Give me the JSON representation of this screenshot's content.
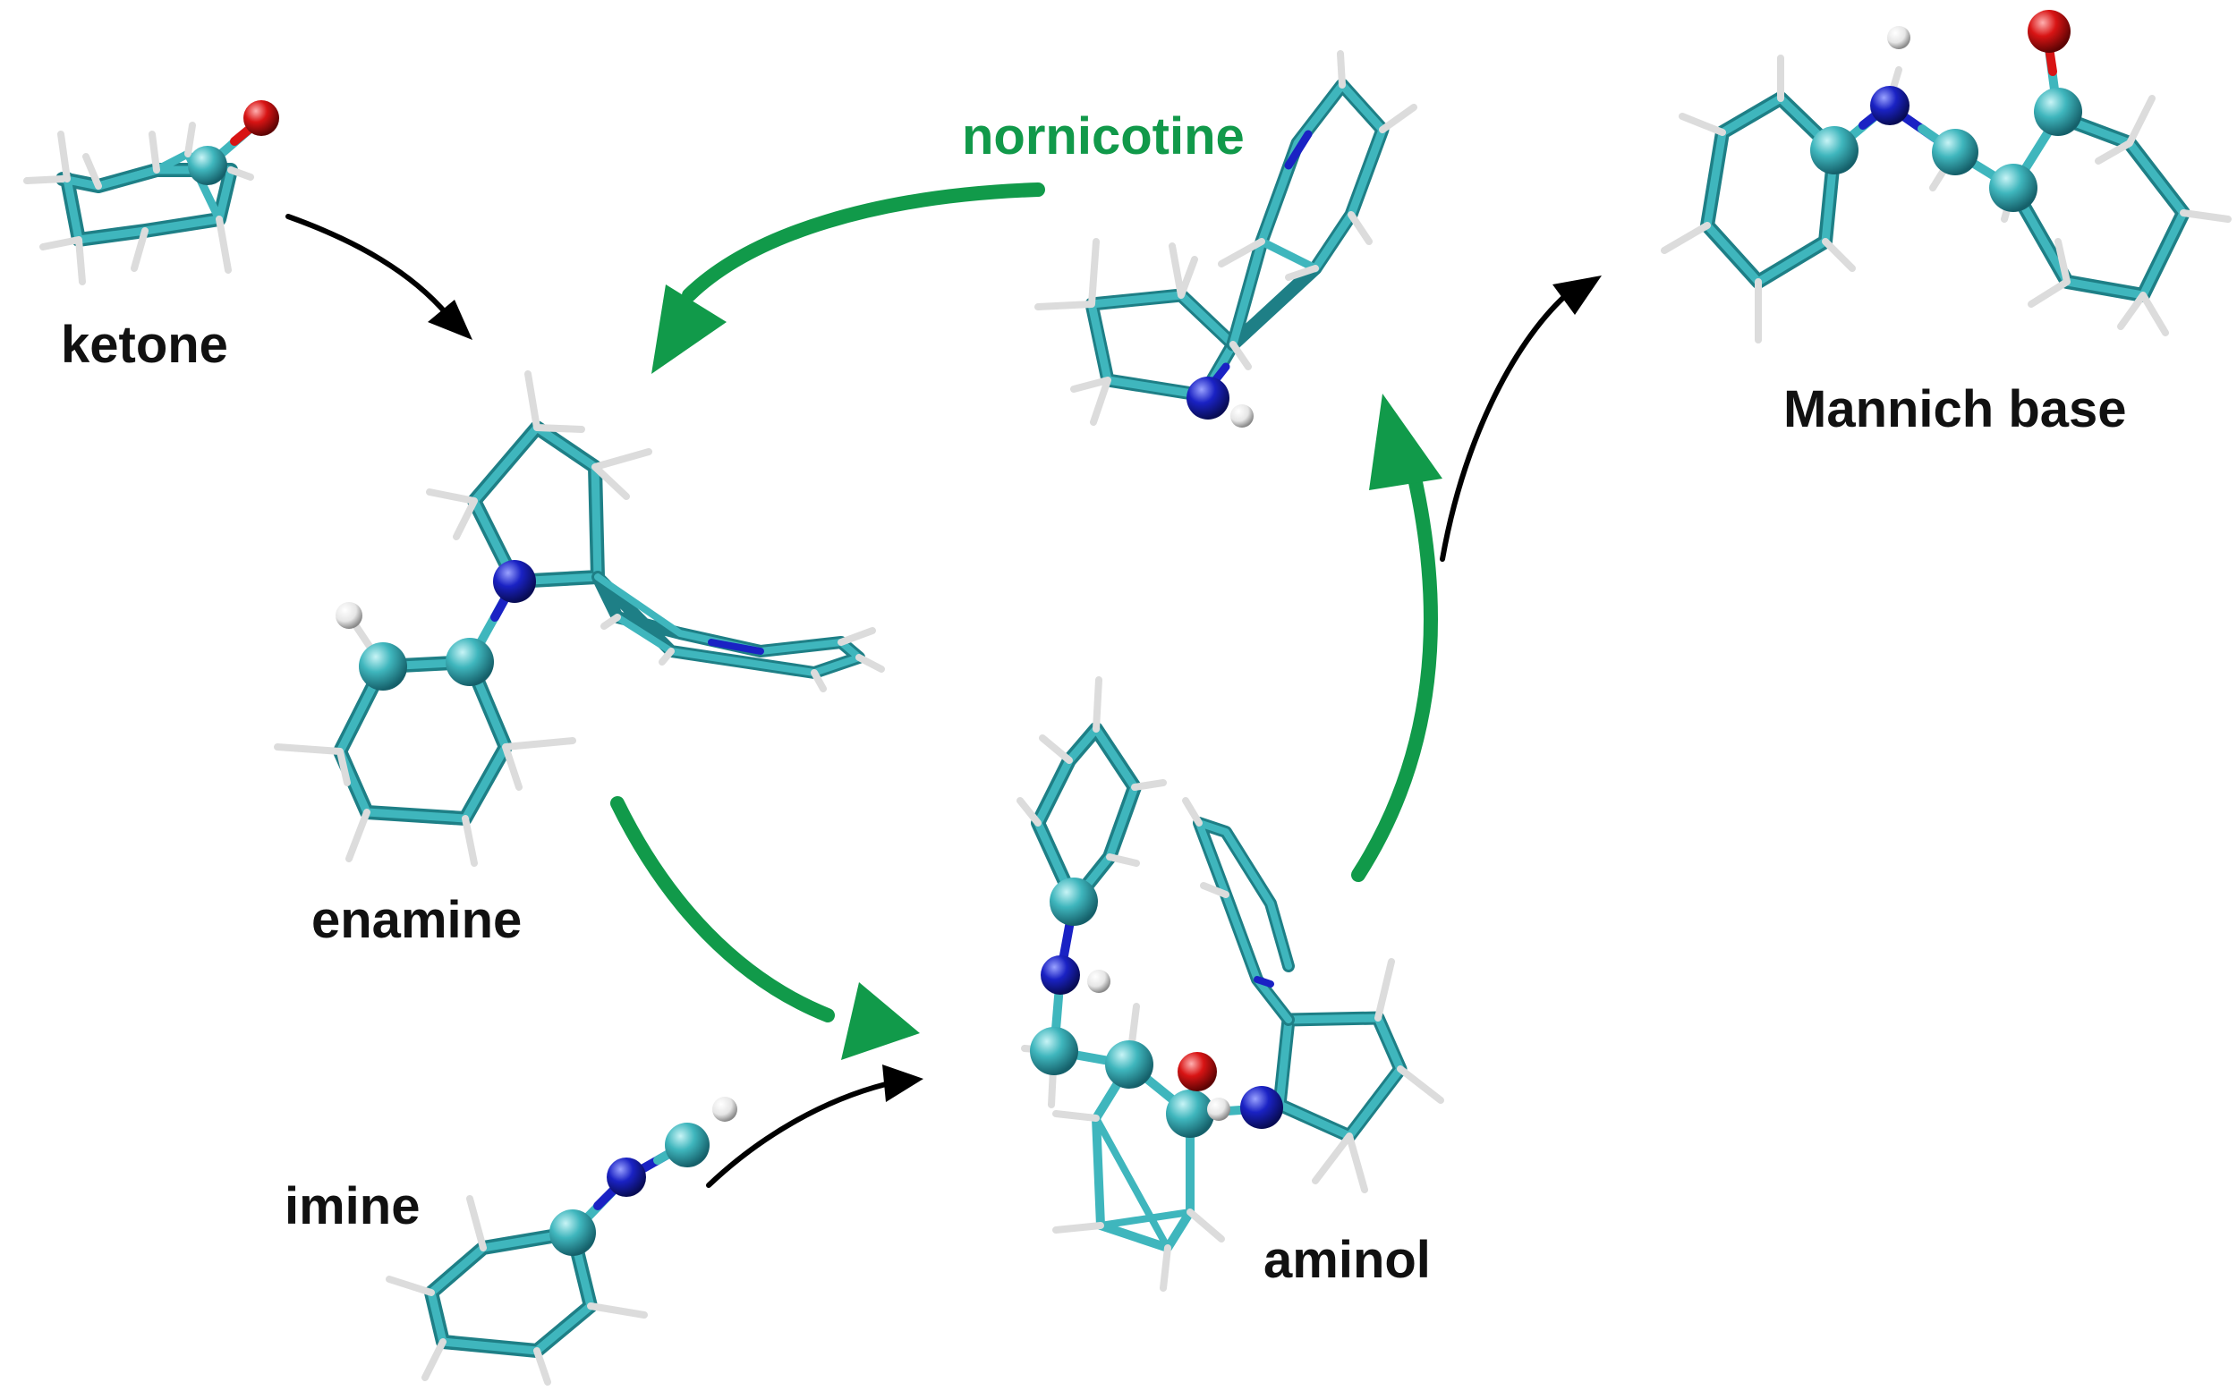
{
  "labels": {
    "ketone": "ketone",
    "enamine": "enamine",
    "imine": "imine",
    "aminol": "aminol",
    "nornicotine": "nornicotine",
    "mannich_base": "Mannich base"
  },
  "colors": {
    "carbon": "#3fb6bd",
    "carbon_dark": "#1e7f86",
    "nitrogen": "#1a22c4",
    "oxygen": "#d81414",
    "hydrogen": "#e8e8e8",
    "catalyst_arrow": "#119a4a",
    "reaction_arrow": "#000000",
    "text": "#111111",
    "catalyst_text": "#11994a"
  },
  "arrows": [
    {
      "name": "ketone-to-enamine",
      "kind": "reaction"
    },
    {
      "name": "nornicotine-to-enamine",
      "kind": "catalyst"
    },
    {
      "name": "enamine-to-aminol",
      "kind": "catalyst"
    },
    {
      "name": "imine-to-aminol",
      "kind": "reaction"
    },
    {
      "name": "aminol-to-nornicotine",
      "kind": "catalyst"
    },
    {
      "name": "aminol-to-mannich-base",
      "kind": "reaction"
    }
  ]
}
